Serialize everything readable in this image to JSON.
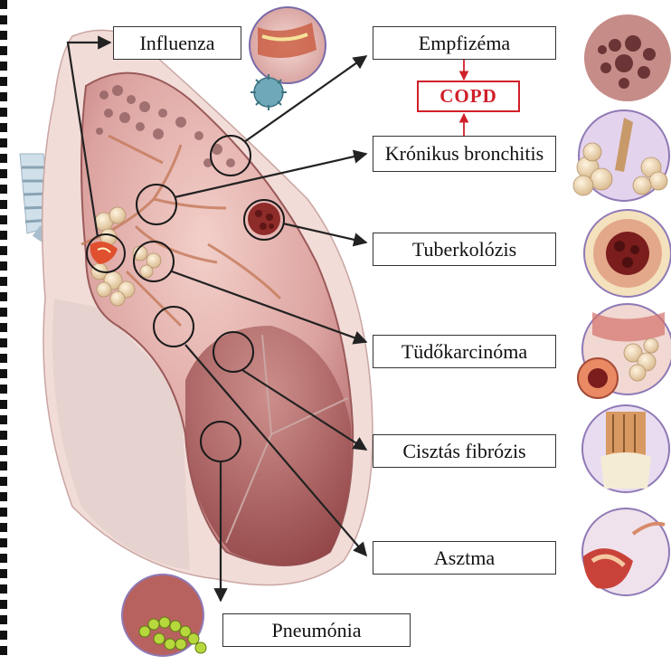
{
  "labels": {
    "influenza": "Influenza",
    "emphysema": "Empfizéma",
    "copd": "COPD",
    "bronchitis": "Krónikus bronchitis",
    "tuberculosis": "Tuberkolózis",
    "lung_cancer": "Tüdőkarcinóma",
    "cystic_fibrosis": "Cisztás fibrózis",
    "asthma": "Asztma",
    "pneumonia": "Pneumónia"
  },
  "colors": {
    "copd_accent": "#d0202a",
    "lung_tissue": "#e9b7b2",
    "lung_dark": "#a24d4e",
    "arrow": "#222222"
  }
}
